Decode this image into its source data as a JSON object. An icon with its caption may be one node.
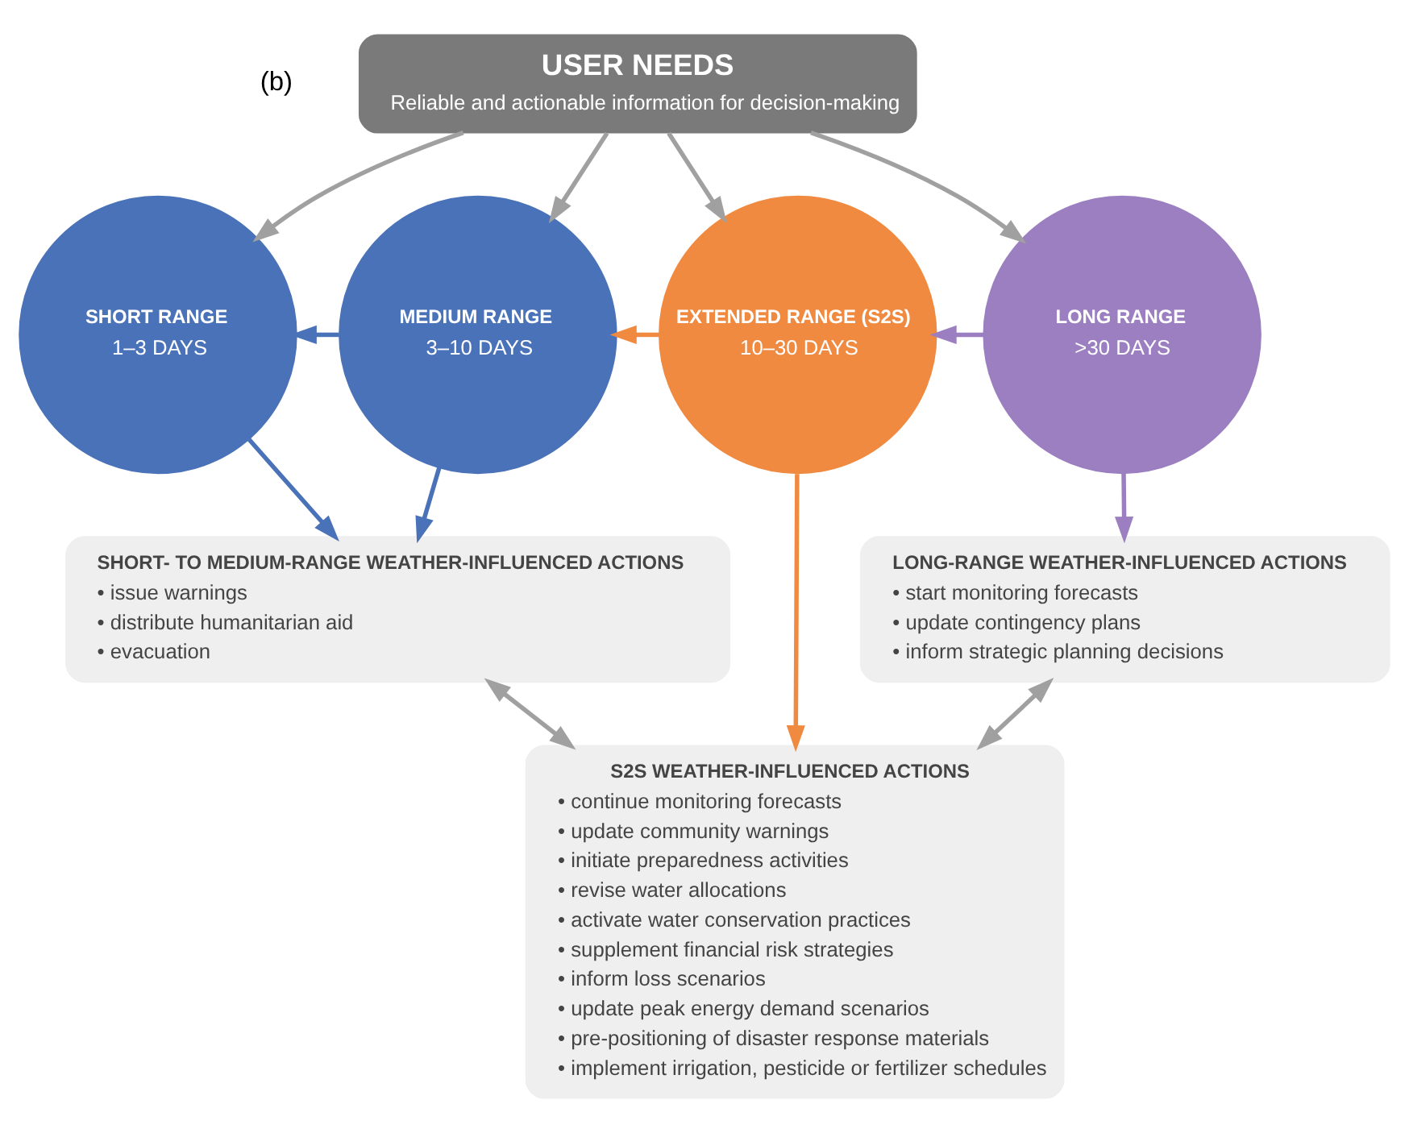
{
  "diagram": {
    "nodes": [
      {
        "text": [
          "USER NEEDS",
          "Reliable and actionable information for decision-making"
        ]
      },
      {
        "text": [
          "SHORT RANGE",
          "1–3 DAYS"
        ]
      },
      {
        "text": [
          "MEDIUM RANGE",
          "3–10 DAYS"
        ]
      },
      {
        "text": [
          "EXTENDED RANGE (S2S)",
          "10–30 DAYS"
        ]
      },
      {
        "text": [
          "LONG RANGE",
          ">30 DAYS"
        ]
      },
      {
        "text": [
          "SHORT- TO MEDIUM-RANGE WEATHER-INFLUENCED ACTIONS",
          "• issue warnings",
          "• distribute humanitarian aid",
          "• evacuation"
        ]
      },
      {
        "text": [
          "LONG-RANGE WEATHER-INFLUENCED ACTIONS",
          "• start monitoring forecasts",
          "• update contingency plans",
          "• inform strategic planning decisions"
        ]
      },
      {
        "text": [
          "S2S WEATHER-INFLUENCED ACTIONS",
          "• continue monitoring forecasts",
          "• update community warnings",
          "• initiate preparedness activities",
          "• revise water allocations",
          "• activate water conservation practices",
          "• supplement financial risk strategies",
          "• inform loss scenarios",
          "• update peak energy demand scenarios",
          "• pre-positioning of disaster response materials",
          "• implement irrigation, pesticide or fertilizer schedules"
        ]
      }
    ],
    "edges": [
      {
        "from": 0,
        "to": 1,
        "arrow": "to"
      },
      {
        "from": 0,
        "to": 2,
        "arrow": "to"
      },
      {
        "from": 0,
        "to": 3,
        "arrow": "to"
      },
      {
        "from": 0,
        "to": 4,
        "arrow": "to"
      },
      {
        "from": 2,
        "to": 1,
        "arrow": "to",
        "color": "#4a72b8"
      },
      {
        "from": 3,
        "to": 2,
        "arrow": "to",
        "color": "#f08a40"
      },
      {
        "from": 4,
        "to": 3,
        "arrow": "to",
        "color": "#9b7fc0"
      },
      {
        "from": 1,
        "to": 5,
        "arrow": "to",
        "color": "#4a72b8"
      },
      {
        "from": 2,
        "to": 5,
        "arrow": "to",
        "color": "#4a72b8"
      },
      {
        "from": 3,
        "to": 7,
        "arrow": "to",
        "color": "#f08a40"
      },
      {
        "from": 4,
        "to": 6,
        "arrow": "to",
        "color": "#9b7fc0"
      },
      {
        "from": 5,
        "to": 7,
        "arrow": "both"
      },
      {
        "from": 6,
        "to": 7,
        "arrow": "both"
      }
    ],
    "labels": [
      "(b)"
    ]
  }
}
